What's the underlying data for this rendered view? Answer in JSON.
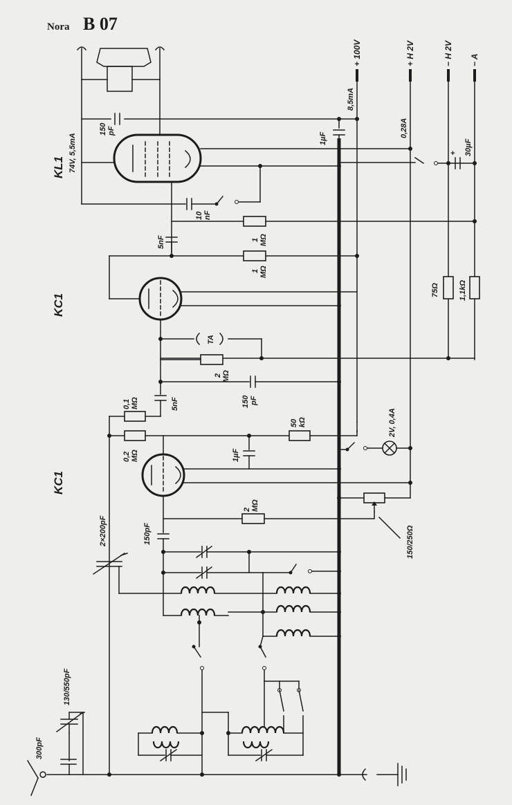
{
  "title": {
    "maker": "Nora",
    "model": "B 07"
  },
  "tubes": {
    "output": "KL1",
    "audio": "KC1",
    "detector": "KC1"
  },
  "supply_labels": [
    "+ 100V",
    "+ H 2V",
    "− H 2V",
    "− A"
  ],
  "currents": {
    "anode_supply": "8,5mA",
    "heater": "0,28A"
  },
  "output_tube_note": "74V, 5,5mA",
  "components": {
    "c_150pF_top": "150\npF",
    "c_1uF_top": "1µF",
    "c_30uF": "30µF",
    "c_10nF": "10\nnF",
    "r_1M_a": "1\nMΩ",
    "c_5nF_a": "5nF",
    "r_1M_b": "1\nMΩ",
    "r_75": "75Ω",
    "r_1k1": "1,1kΩ",
    "ta": "TA",
    "r_2M_a": "2\nMΩ",
    "c_150pF_mid": "150\npF",
    "c_5nF_b": "5nF",
    "r_01M": "0,1\nMΩ",
    "r_50k": "50\nkΩ",
    "lamp": "2V, 0,4A",
    "r_02M": "0,2\nMΩ",
    "c_1uF_mid": "1µF",
    "c_2x200pF": "2×200pF",
    "r_2M_b": "2\nMΩ",
    "c_150pF_grid": "150pF",
    "pot": "150/250Ω",
    "c_130_550pF": "130/550pF",
    "c_300pF": "300pF"
  }
}
